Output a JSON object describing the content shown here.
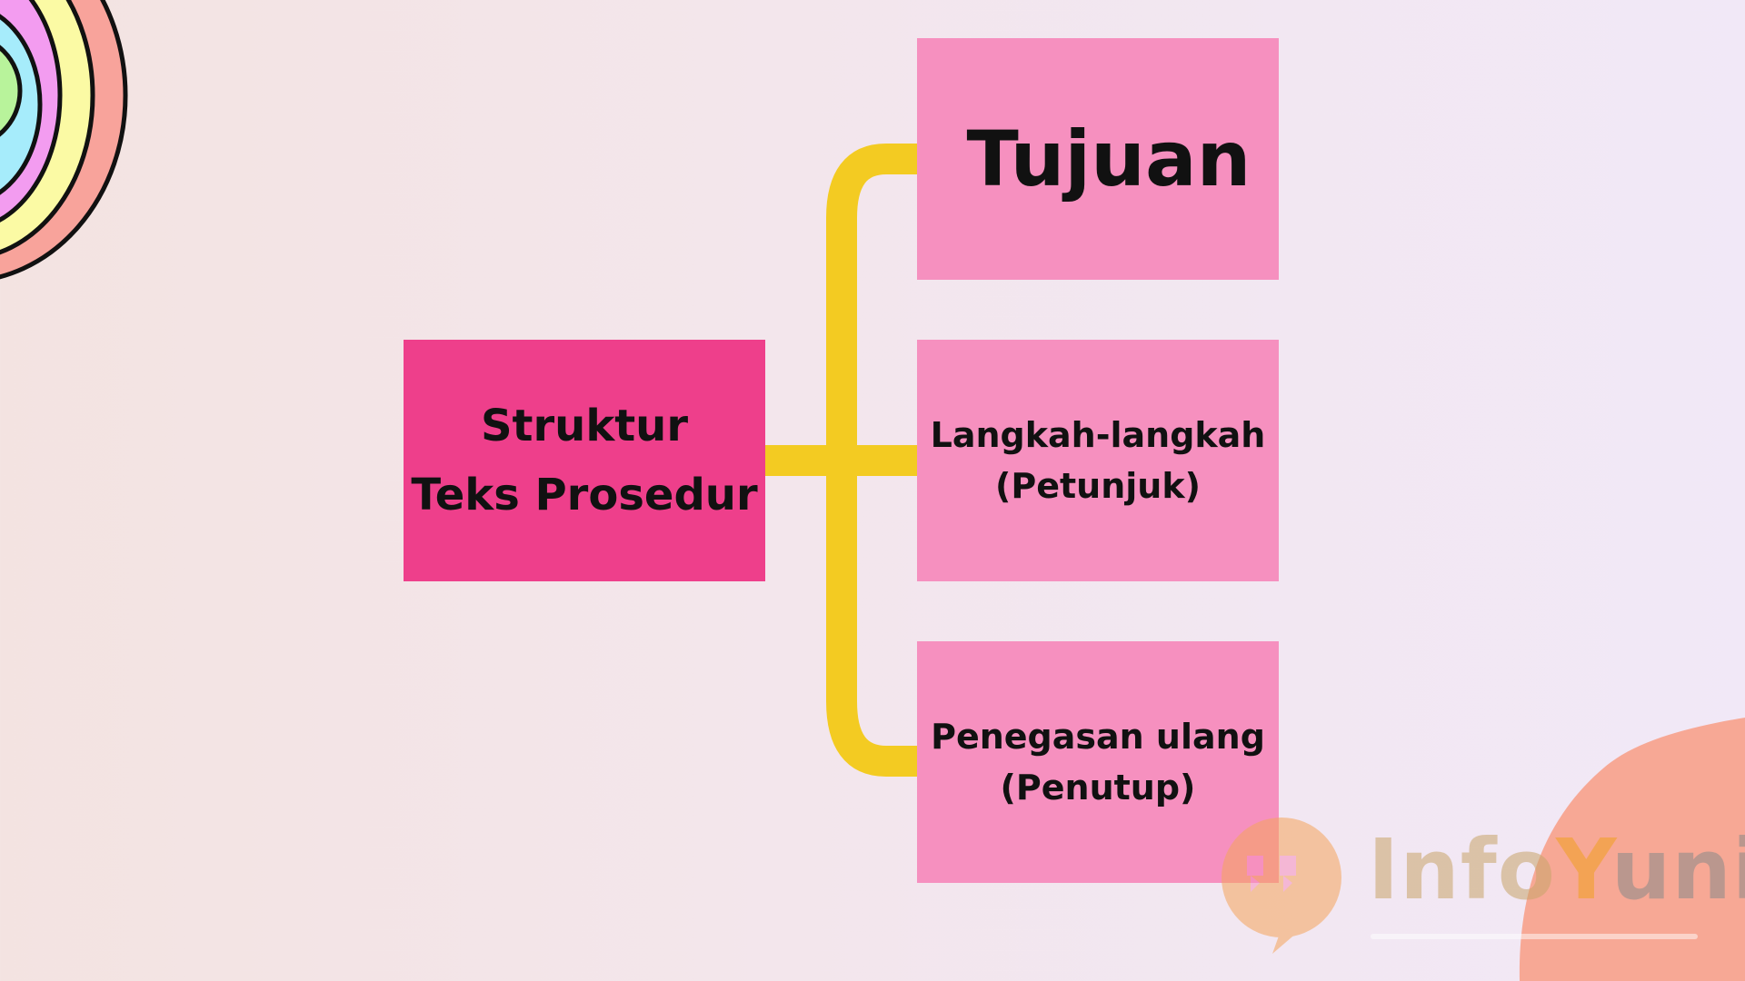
{
  "diagram": {
    "root": {
      "label": "Struktur\nTeks Prosedur"
    },
    "children": [
      {
        "label": "Tujuan"
      },
      {
        "label": "Langkah-langkah\n(Petunjuk)"
      },
      {
        "label": "Penegasan ulang\n(Penutup)"
      }
    ]
  },
  "watermark": {
    "part1": "Info",
    "part2": "Y",
    "part3": "unik"
  },
  "colors": {
    "root_box": "#ee3f8b",
    "child_box": "#f690bf",
    "connector": "#f3cb22",
    "watermark_bubble": "#f5a55c"
  }
}
